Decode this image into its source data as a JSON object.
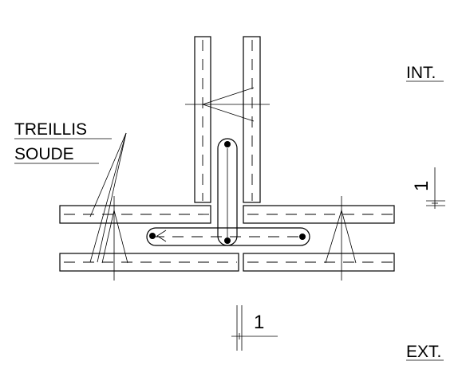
{
  "labels": {
    "interior": "INT.",
    "exterior": "EXT.",
    "mesh_line1": "TREILLIS",
    "mesh_line2": "SOUDE"
  },
  "dimensions": {
    "vertical_scale_value": "1",
    "horizontal_scale_value": "1"
  }
}
